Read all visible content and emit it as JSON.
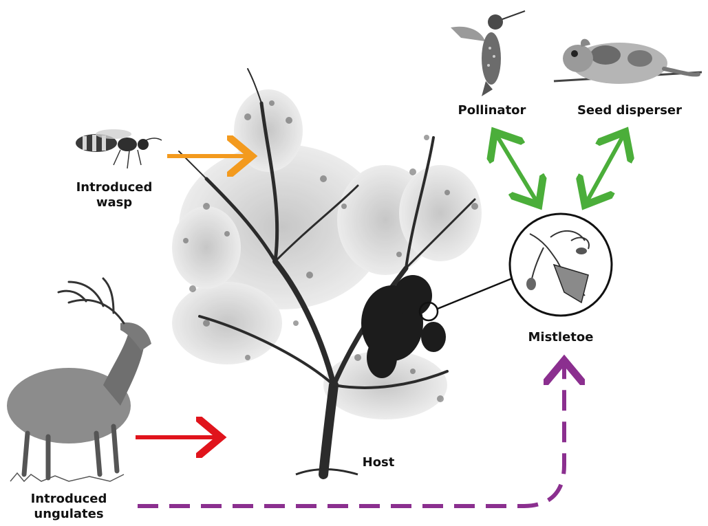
{
  "labels": {
    "introduced_wasp": [
      "Introduced",
      "wasp"
    ],
    "introduced_ungulates": [
      "Introduced",
      "ungulates"
    ],
    "host": "Host",
    "mistletoe": "Mistletoe",
    "pollinator": "Pollinator",
    "seed_disperser": "Seed disperser"
  },
  "colors": {
    "wasp_arrow": "#f39a1e",
    "ungulate_arrow": "#e0141c",
    "mutualism_arrows": "#4bae3a",
    "indirect_arrow": "#8b2f8f",
    "illustration_ink": "#2b2b2b"
  },
  "icons": {
    "wasp": "wasp-illustration",
    "deer": "deer-illustration",
    "tree": "host-tree-illustration",
    "hummingbird": "hummingbird-illustration",
    "marsupial": "monito-del-monte-illustration",
    "flower": "mistletoe-flower-illustration"
  }
}
